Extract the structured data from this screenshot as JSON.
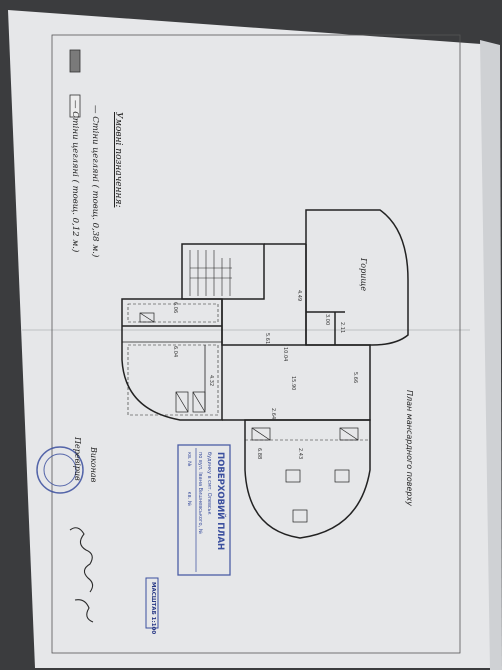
{
  "document": {
    "title": "План мансардного поверху",
    "legend": {
      "heading": "Умовні позначення:",
      "items": [
        {
          "dash": "—",
          "label": "Стіни цегляні ( товщ. 0,38 м.)"
        },
        {
          "dash": "—",
          "label": "Стіни цегляні ( товщ. 0,12 м.)"
        }
      ]
    },
    "room_label": "Горище",
    "dimensions": [
      "4.49",
      "3.00",
      "2.11",
      "5.61",
      "10.04",
      "6.06",
      "6.04",
      "4.32",
      "15.90",
      "5.66",
      "2.64",
      "6.88",
      "2.43"
    ],
    "stamp": {
      "title": "ПОВЕРХОВИЙ ПЛАН",
      "line1": "будинку в смт. Олевськ",
      "line2": "по вул. Івана Вишневського, №",
      "line3a": "кв. №",
      "line3b": "кв. №"
    },
    "scale": "МАСШТАБ 1:100",
    "signatures": {
      "performed": "Виконав",
      "checked": "Перевірив"
    }
  },
  "colors": {
    "paper": "#e9eaec",
    "ink": "#2a2a2a",
    "stamp_ink": "#3b4f9e",
    "floor": "#3a3b3d"
  }
}
